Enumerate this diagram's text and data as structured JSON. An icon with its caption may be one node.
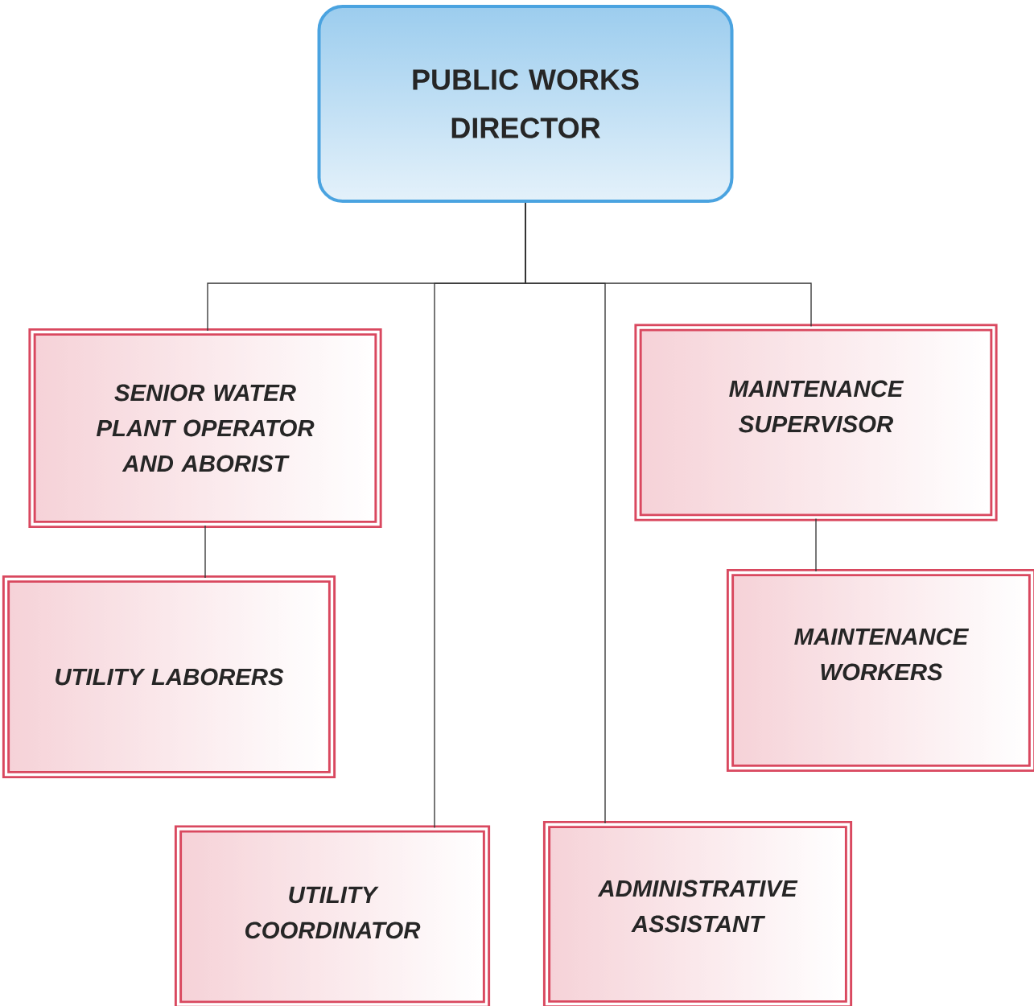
{
  "diagram": {
    "nodes": [
      {
        "text": [
          "PUBLIC WORKS DIRECTOR"
        ]
      },
      {
        "text": [
          "SENIOR WATER PLANT OPERATOR AND ABORIST"
        ]
      },
      {
        "text": [
          "UTILITY LABORERS"
        ]
      },
      {
        "text": [
          "MAINTENANCE SUPERVISOR"
        ]
      },
      {
        "text": [
          "MAINTENANCE WORKERS"
        ]
      },
      {
        "text": [
          "UTILITY COORDINATOR"
        ]
      },
      {
        "text": [
          "ADMINISTRATIVE ASSISTANT"
        ]
      }
    ],
    "edges": [
      {
        "from": 0,
        "to": 1,
        "arrow": "none"
      },
      {
        "from": 0,
        "to": 5,
        "arrow": "none"
      },
      {
        "from": 0,
        "to": 6,
        "arrow": "none"
      },
      {
        "from": 0,
        "to": 3,
        "arrow": "none"
      },
      {
        "from": 1,
        "to": 2,
        "arrow": "none"
      },
      {
        "from": 3,
        "to": 4,
        "arrow": "none"
      }
    ]
  }
}
